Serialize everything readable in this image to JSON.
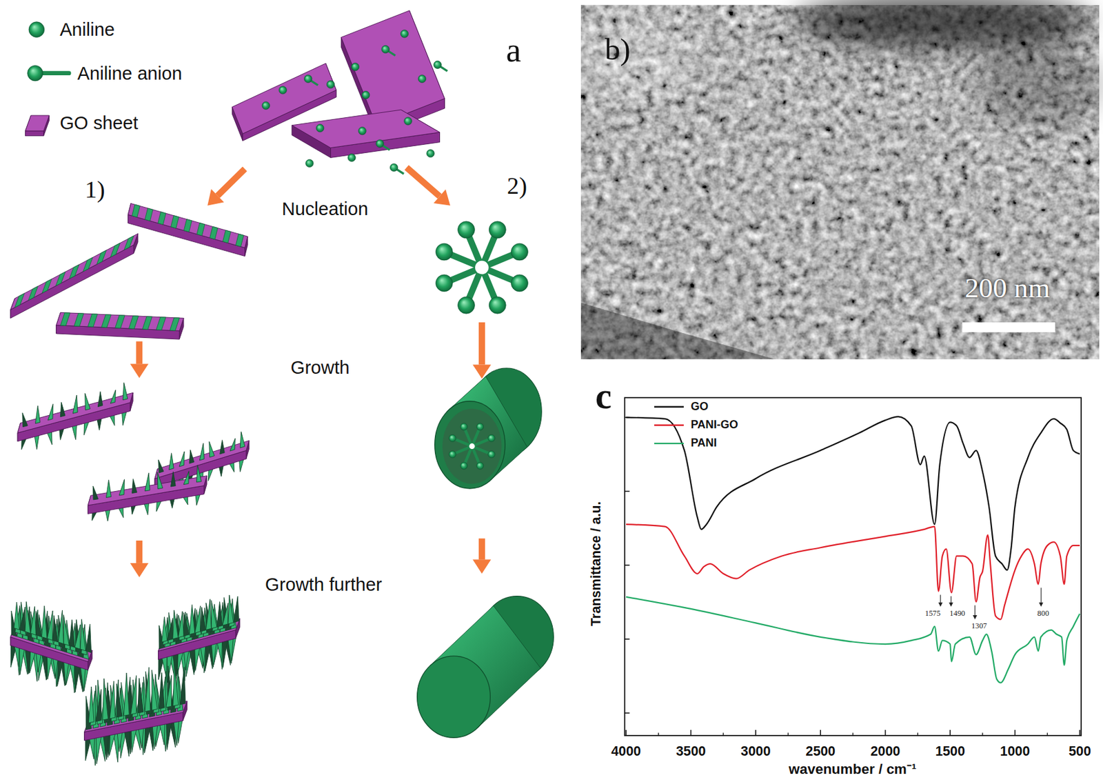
{
  "diagram": {
    "labels": [
      "a",
      "Nucleation",
      "1)",
      "2)",
      "Growth",
      "Growth further",
      "b)",
      "200 nm",
      "c",
      "Transmittance / a.u.",
      "wavenumber / cm⁻¹",
      "4000",
      "3500",
      "3000",
      "2500",
      "2000",
      "1500",
      "1000",
      "500",
      "1575",
      "1490",
      "1307",
      "800"
    ],
    "legend": [
      {
        "text": "Aniline"
      },
      {
        "text": "Aniline anion"
      },
      {
        "text": "GO sheet"
      },
      {
        "text": "GO"
      },
      {
        "text": "PANI-GO"
      },
      {
        "text": "PANI"
      }
    ]
  }
}
